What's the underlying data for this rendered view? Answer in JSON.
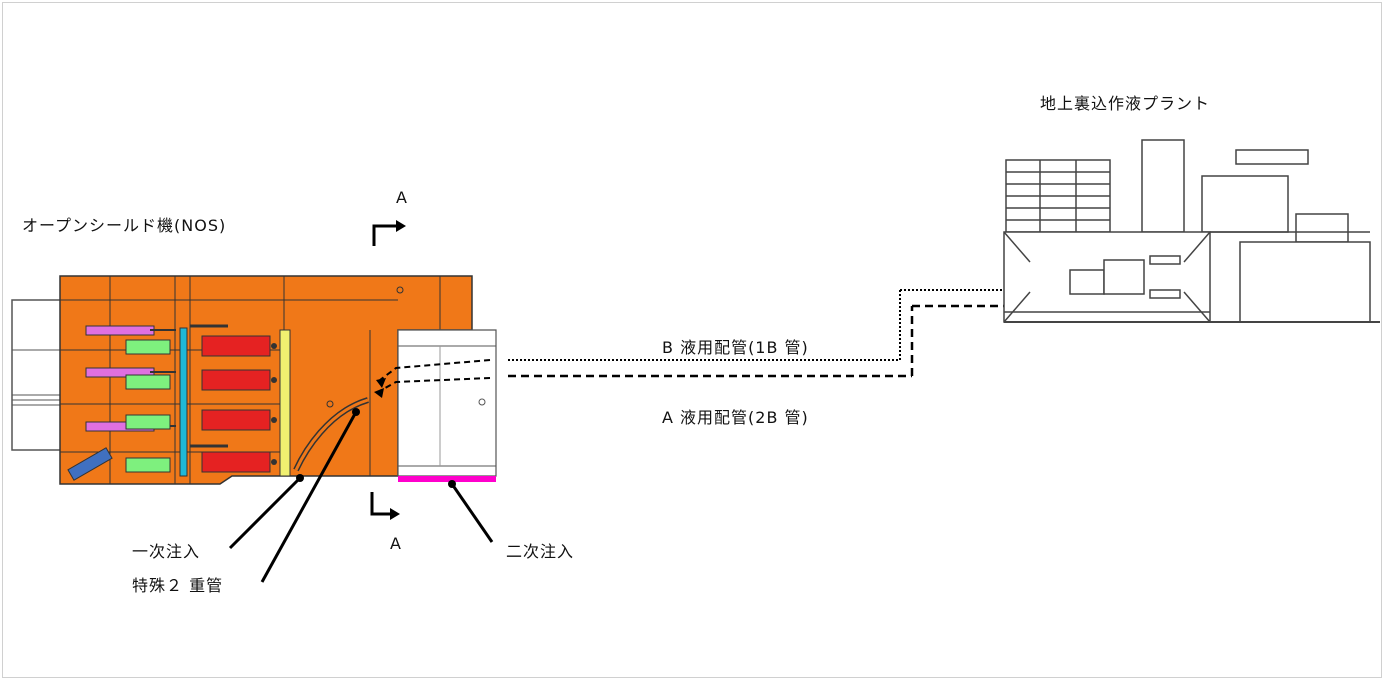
{
  "labels": {
    "plant_title": "地上裏込作液プラント",
    "machine_name": "オープンシールド機(NOS)",
    "section_top": "A",
    "section_bottom": "A",
    "pipe_b": "B 液用配管(1B 管)",
    "pipe_a": "A 液用配管(2B 管)",
    "primary_injection": "一次注入",
    "double_pipe": "特殊２ 重管",
    "secondary_injection": "二次注入"
  },
  "colors": {
    "machine_body": "#f07818",
    "jack_red": "#e52222",
    "jack_green": "#7ef07e",
    "rod_pink": "#e070e0",
    "beam_cyan": "#1fb8d8",
    "beam_yellow": "#f0f070",
    "grout_magenta": "#ff00cc",
    "line": "#000000"
  }
}
